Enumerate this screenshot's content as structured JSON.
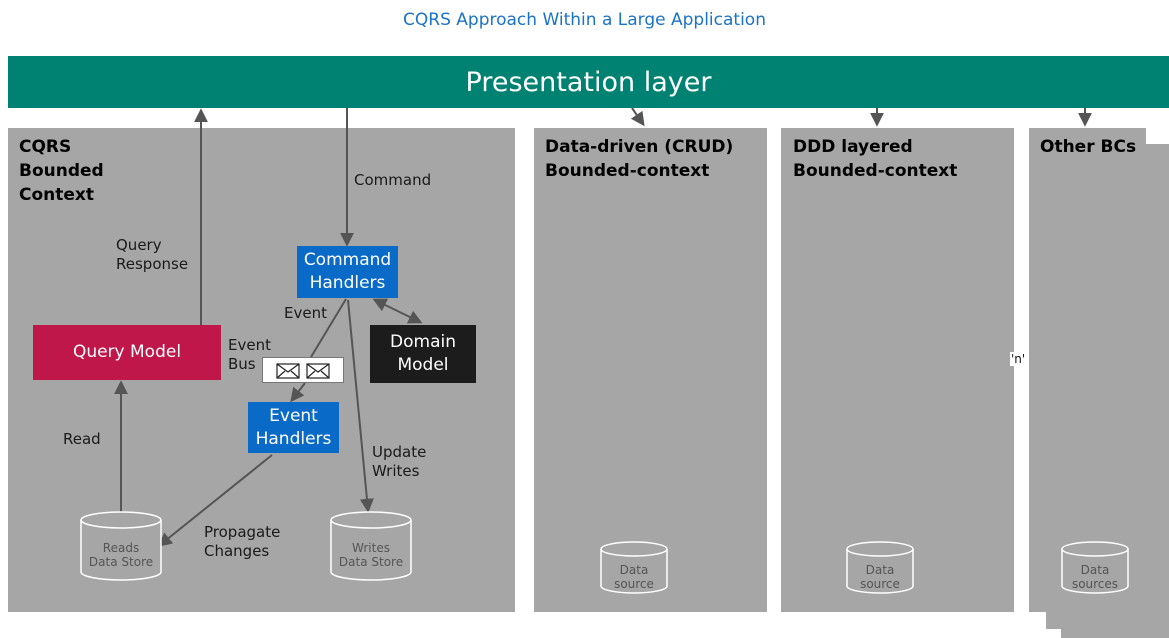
{
  "title": "CQRS Approach Within a Large Application",
  "presentation_layer": "Presentation layer",
  "panels": {
    "cqrs": {
      "title": "CQRS\nBounded\nContext"
    },
    "crud": {
      "title": "Data-driven (CRUD)\nBounded-context",
      "store": "Data\nsource"
    },
    "ddd": {
      "title": "DDD layered\nBounded-context",
      "store": "Data\nsource"
    },
    "other": {
      "title": "Other BCs",
      "store": "Data\nsources",
      "n_label": "'n'"
    }
  },
  "cqrs": {
    "labels": {
      "command": "Command",
      "query_response": "Query\nResponse",
      "event": "Event",
      "event_bus": "Event\nBus",
      "read": "Read",
      "update_writes": "Update\nWrites",
      "propagate_changes": "Propagate\nChanges"
    },
    "boxes": {
      "command_handlers": "Command\nHandlers",
      "query_model": "Query Model",
      "domain_model": "Domain\nModel",
      "event_handlers": "Event\nHandlers"
    },
    "stores": {
      "reads": "Reads\nData Store",
      "writes": "Writes\nData Store"
    }
  },
  "colors": {
    "title": "#1a73c6",
    "presentation": "#008272",
    "panel": "#a6a6a6",
    "handler_box": "#0a6ac7",
    "query_model": "#c0174a",
    "domain_model": "#1c1c1c"
  }
}
